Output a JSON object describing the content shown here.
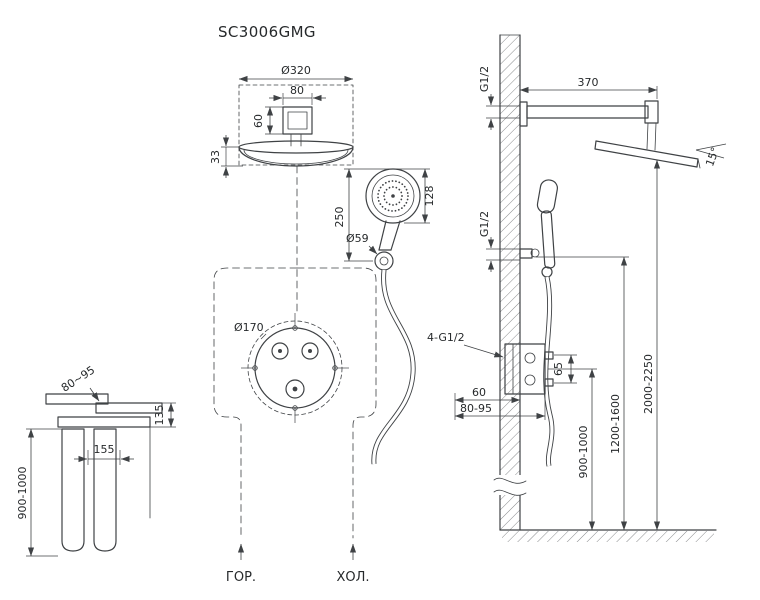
{
  "title": "SC3006GMG",
  "front_view": {
    "dims": {
      "overhead_diameter": "Ø320",
      "plate_width": "80",
      "plate_height": "60",
      "head_thickness": "33",
      "handshower_length": "128",
      "handshower_height": "250",
      "outlet_diameter": "Ø59",
      "mixer_plate_diameter": "Ø170"
    },
    "supply": {
      "hot": "ГОР.",
      "cold": "ХОЛ."
    }
  },
  "side_view": {
    "dims": {
      "arm_thread": "G1/2",
      "arm_length": "370",
      "head_angle": "15°",
      "outlet_thread": "G1/2",
      "port_spacing": "65",
      "valve_threads": "4-G1/2",
      "valve_depth": "60",
      "embed_depth": "80-95",
      "mixer_height": "900-1000",
      "outlet_height": "1200-1600",
      "head_height": "2000-2250"
    }
  },
  "detail_view": {
    "dims": {
      "embed_depth": "80~95",
      "body_height": "135",
      "port_spacing": "155",
      "install_height": "900-1000"
    }
  }
}
